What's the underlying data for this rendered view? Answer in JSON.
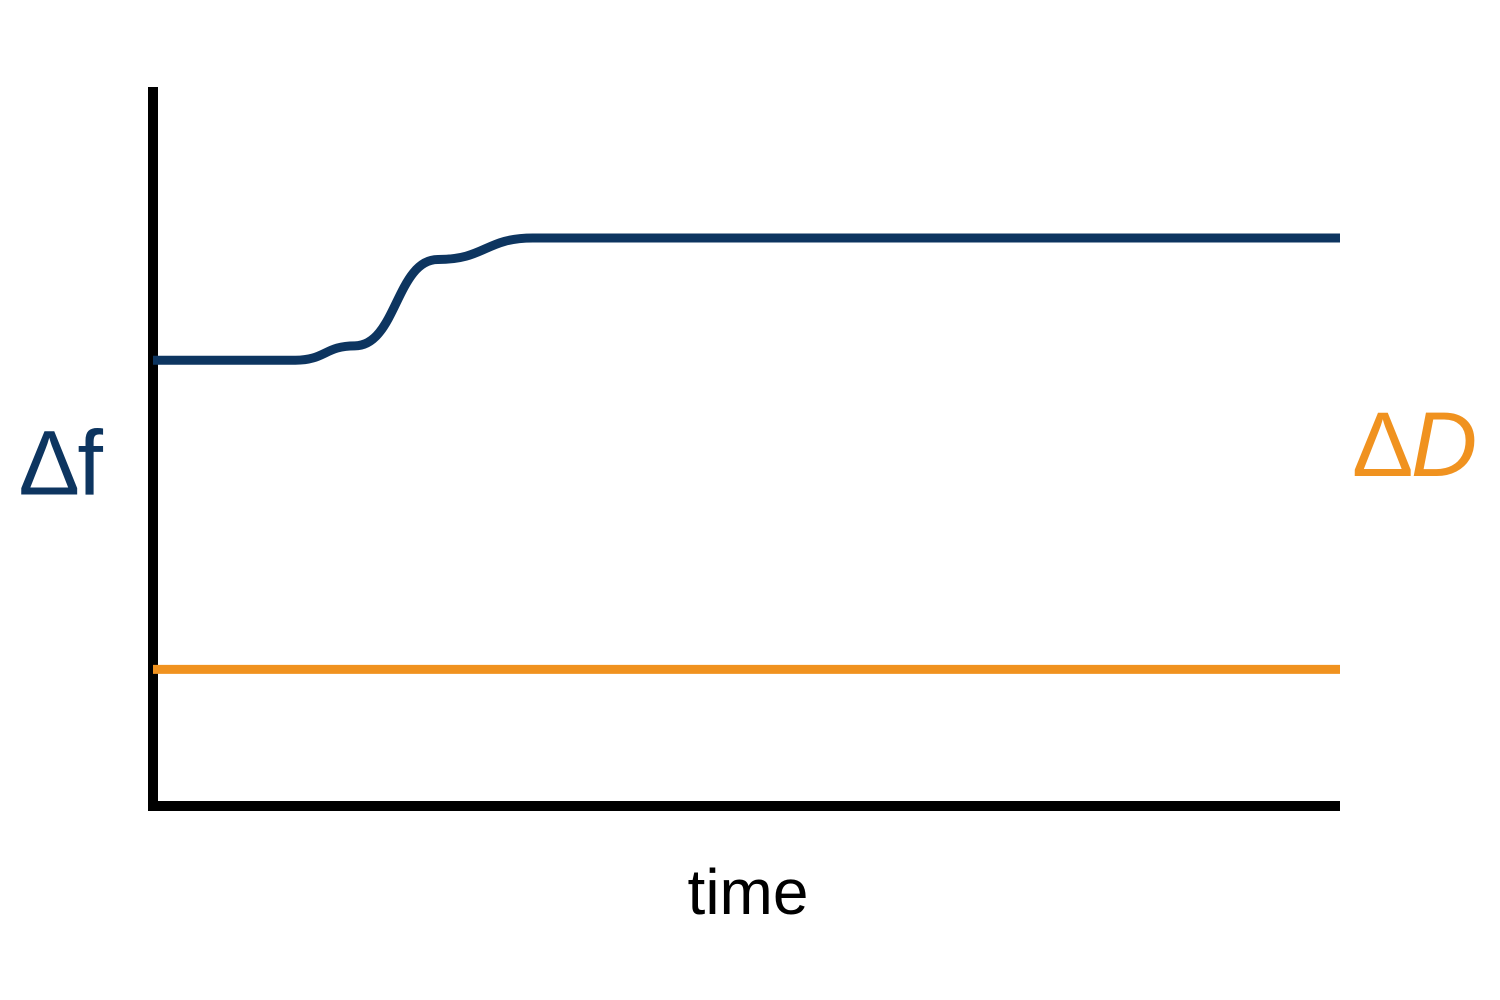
{
  "chart_data": {
    "type": "line",
    "xlabel": "time",
    "ylabel_left": "∆f",
    "ylabel_right": "∆D",
    "ylabel_right_italic_part": "D",
    "ylabel_right_prefix": "∆",
    "series": [
      {
        "key": "delta_f",
        "color": "#0d3560",
        "points": [
          [
            0.0,
            0.62
          ],
          [
            0.12,
            0.62
          ],
          [
            0.17,
            0.64
          ],
          [
            0.24,
            0.76
          ],
          [
            0.32,
            0.79
          ],
          [
            1.0,
            0.79
          ]
        ]
      },
      {
        "key": "delta_d",
        "color": "#f0921f",
        "points": [
          [
            0.0,
            0.19
          ],
          [
            1.0,
            0.19
          ]
        ]
      }
    ],
    "xlim": [
      0,
      1
    ],
    "ylim": [
      0,
      1
    ],
    "grid": false,
    "legend": "none",
    "axis_color": "#000000"
  }
}
